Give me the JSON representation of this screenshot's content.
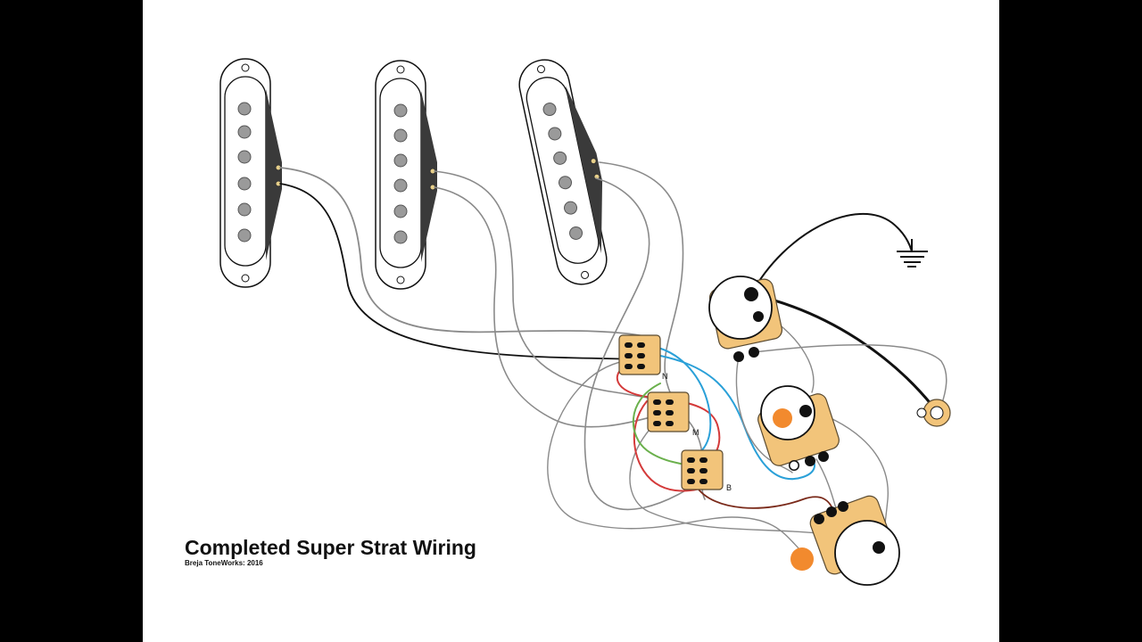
{
  "title": "Completed Super Strat Wiring",
  "credit": "Breja ToneWorks: 2016",
  "switches": [
    {
      "label": "N"
    },
    {
      "label": "M"
    },
    {
      "label": "B"
    }
  ],
  "colors": {
    "letterbox": "#000000",
    "canvas": "#ffffff",
    "component": "#f2c47a",
    "component_stroke": "#5a4a30",
    "orange_cap": "#f28a2e",
    "pickup_fill": "#ffffff",
    "pickup_wedge": "#3a3a3a",
    "pole": "#9a9a9a",
    "wire_black": "#111111",
    "wire_white": "#8a8a8a",
    "wire_red": "#d43a3a",
    "wire_blue": "#2aa0d8",
    "wire_green": "#6ab04c",
    "wire_brown": "#7a2a1a"
  },
  "icons": {
    "ground": "ground-symbol-icon",
    "jack": "output-jack-icon"
  }
}
